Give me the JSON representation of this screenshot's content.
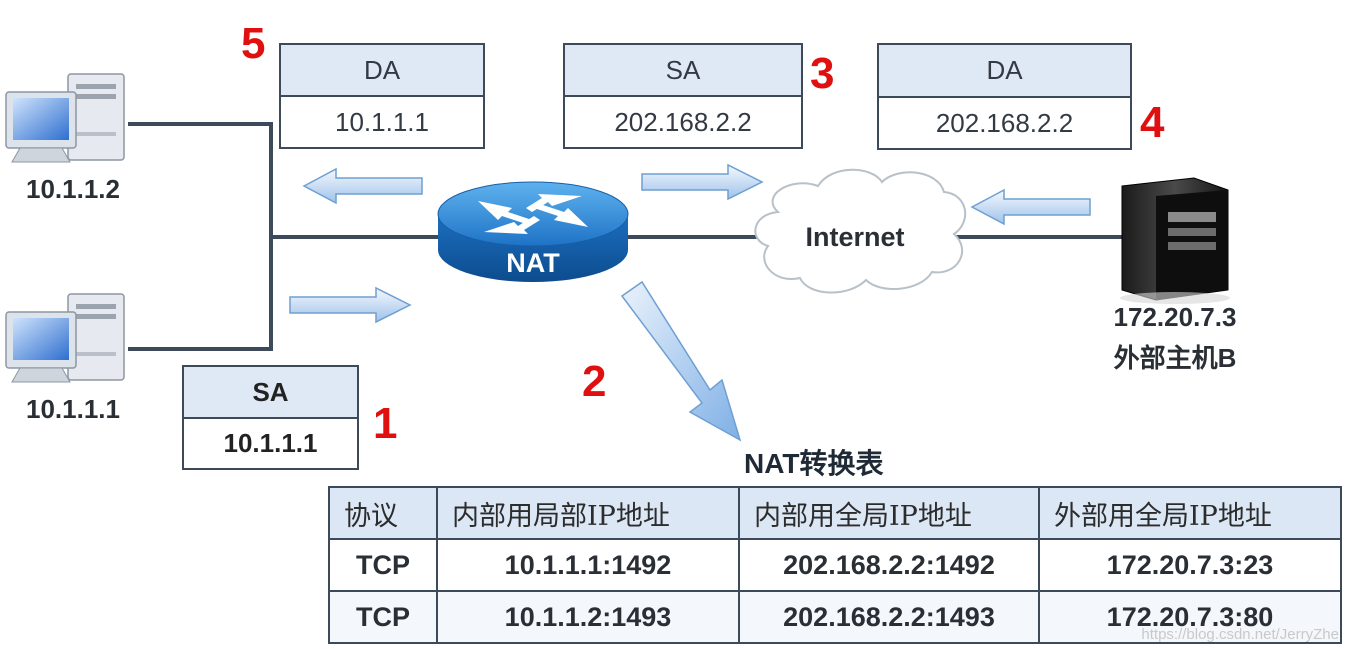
{
  "hosts": {
    "host_top": {
      "label": "10.1.1.2"
    },
    "host_bottom": {
      "label": "10.1.1.1"
    },
    "server": {
      "ip": "172.20.7.3",
      "name": "外部主机B"
    }
  },
  "router": {
    "label": "NAT"
  },
  "cloud": {
    "label": "Internet"
  },
  "packets": {
    "p1": {
      "field": "SA",
      "value": "10.1.1.1",
      "step": "1"
    },
    "p3": {
      "field": "SA",
      "value": "202.168.2.2",
      "step": "3"
    },
    "p4": {
      "field": "DA",
      "value": "202.168.2.2",
      "step": "4"
    },
    "p5": {
      "field": "DA",
      "value": "10.1.1.1",
      "step": "5"
    }
  },
  "step2": "2",
  "table": {
    "title": "NAT转换表",
    "headers": [
      "协议",
      "内部用局部IP地址",
      "内部用全局IP地址",
      "外部用全局IP地址"
    ],
    "rows": [
      [
        "TCP",
        "10.1.1.1:1492",
        "202.168.2.2:1492",
        "172.20.7.3:23"
      ],
      [
        "TCP",
        "10.1.1.2:1493",
        "202.168.2.2:1493",
        "172.20.7.3:80"
      ]
    ]
  },
  "watermark": "https://blog.csdn.net/JerryZhe",
  "colors": {
    "step_red": "#e01010",
    "header_fill": "#dbe7f5",
    "router_blue": "#1e73c6",
    "line": "#3d4a5a"
  }
}
